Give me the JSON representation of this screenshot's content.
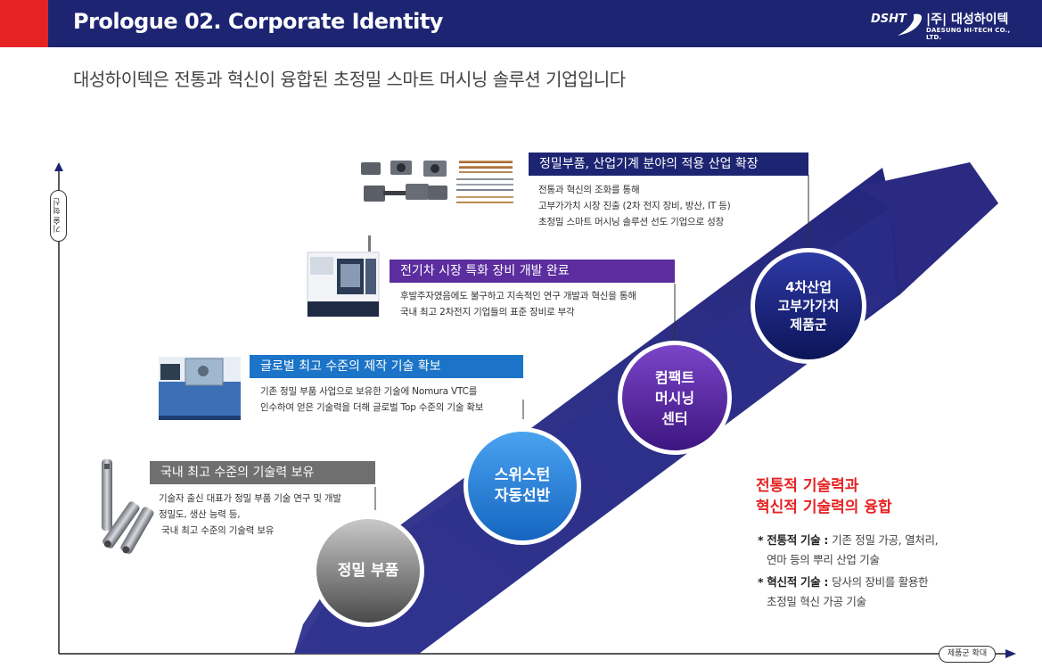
{
  "header": {
    "title": "Prologue 02. Corporate Identity",
    "logo_mark": "DSHT",
    "logo_kr": "|주| 대성하이텍",
    "logo_en": "DAESUNG HI-TECH CO., LTD."
  },
  "subtitle": "대성하이텍은 전통과 혁신이 융합된 초정밀 스마트 머시닝 솔루션 기업입니다",
  "axes": {
    "y_label": "기술 혁신",
    "x_label": "제품군 확대"
  },
  "colors": {
    "header_bg": "#1d2572",
    "accent_red": "#e52323",
    "card_gray": "#6f6f6f",
    "card_blue": "#1b74c7",
    "card_purple": "#5b2d9e",
    "card_navy": "#1d2572",
    "arrow": "#2a2d85"
  },
  "cards": [
    {
      "title": "국내 최고 수준의 기술력 보유",
      "lines": [
        "기술자 출신 대표가 정밀 부품 기술 연구 및 개발",
        "정밀도, 생산 능력 등,",
        " 국내 최고 수준의 기술력 보유"
      ]
    },
    {
      "title": "글로벌 최고 수준의 제작 기술 확보",
      "lines": [
        "기존 정밀 부품 사업으로 보유한 기술에 Nomura VTC를",
        "인수하여 얻은 기술력을 더해 글로벌 Top 수준의 기술 확보"
      ]
    },
    {
      "title": "전기차 시장 특화 장비 개발 완료",
      "lines": [
        "후발주자였음에도 불구하고 지속적인 연구 개발과 혁신을 통해",
        "국내 최고 2차전지 기업들의 표준 장비로 부각"
      ]
    },
    {
      "title": "정밀부품, 산업기계 분야의 적용 산업 확장",
      "lines": [
        "전통과 혁신의 조화를 통해",
        "고부가가치 시장 진출 (2차 전지 장비, 방산, IT 등)",
        "초정밀 스마트 머시닝 솔루션 선도 기업으로 성장"
      ]
    }
  ],
  "circles": [
    {
      "label": "정밀 부품"
    },
    {
      "label": "스위스턴\n자동선반"
    },
    {
      "label": "컴팩트\n머시닝\n센터"
    },
    {
      "label": "4차산업\n고부가가치\n제품군"
    }
  ],
  "fusion": {
    "title_line1": "전통적 기술력과",
    "title_line2": "혁신적 기술력의 융합",
    "items": [
      {
        "bullet": "* ",
        "term": "전통적 기술",
        "sep": " : ",
        "desc": "기존 정밀 가공, 열처리,",
        "cont": "연마 등의 뿌리 산업 기술"
      },
      {
        "bullet": "* ",
        "term": "혁신적 기술",
        "sep": " : ",
        "desc": "당사의 장비를 활용한",
        "cont": "초정밀 혁신 가공 기술"
      }
    ]
  }
}
